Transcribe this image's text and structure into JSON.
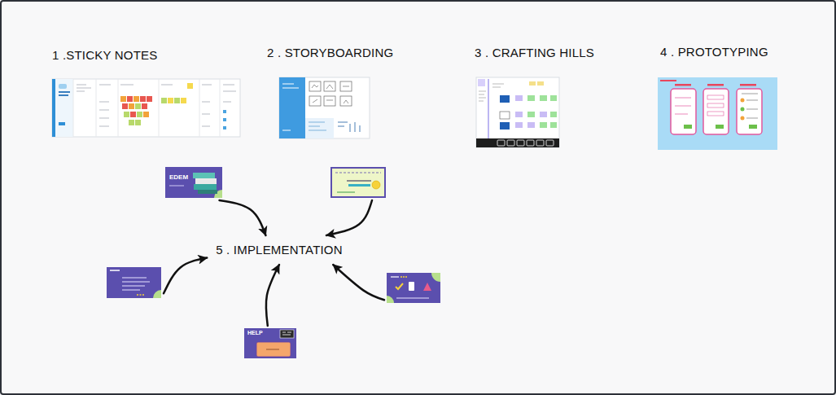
{
  "diagram": {
    "nodes": [
      {
        "text": [
          "1 .STICKY NOTES"
        ]
      },
      {
        "text": [
          "2 . STORYBOARDING"
        ]
      },
      {
        "text": [
          "3 . CRAFTING HILLS"
        ]
      },
      {
        "text": [
          "4 . PROTOTYPING"
        ]
      },
      {
        "text": [
          "EDEM"
        ]
      },
      {
        "text": []
      },
      {
        "text": [
          "5 . IMPLEMENTATION"
        ]
      },
      {
        "text": []
      },
      {
        "text": []
      },
      {
        "text": [
          "HELP"
        ]
      }
    ],
    "edges": [
      {
        "from": 4,
        "to": 6,
        "arrow": "to"
      },
      {
        "from": 5,
        "to": 6,
        "arrow": "to"
      },
      {
        "from": 7,
        "to": 6,
        "arrow": "to"
      },
      {
        "from": 8,
        "to": 6,
        "arrow": "to"
      },
      {
        "from": 9,
        "to": 6,
        "arrow": "to"
      }
    ]
  }
}
